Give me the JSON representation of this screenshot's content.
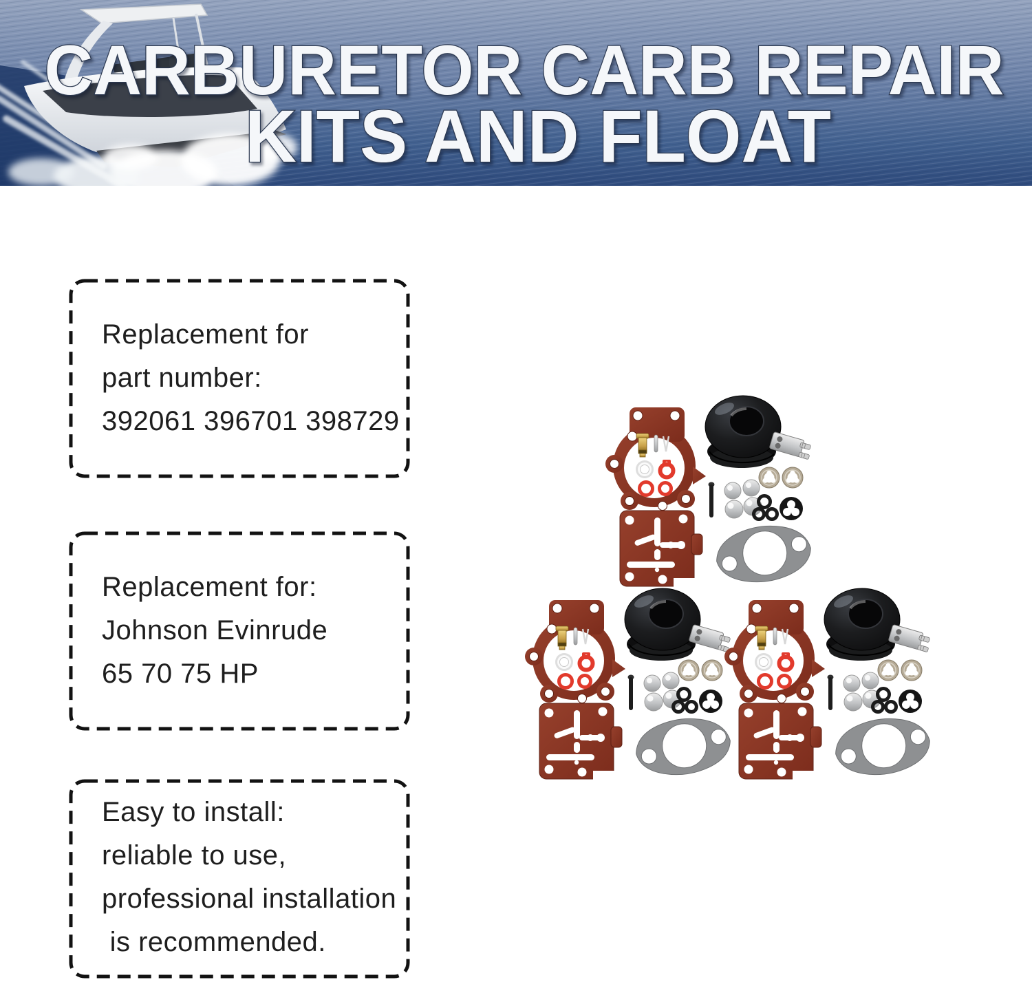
{
  "banner": {
    "title_line1": "CARBURETOR CARB REPAIR",
    "title_line2": "KITS AND FLOAT",
    "scene": "white motor yacht cruising on blue ocean with bow spray"
  },
  "info_boxes": [
    {
      "lines": [
        "Replacement for",
        "part number:",
        "392061 396701 398729"
      ]
    },
    {
      "lines": [
        "Replacement for:",
        "Johnson Evinrude",
        "65 70 75 HP"
      ]
    },
    {
      "lines": [
        "Easy to install:",
        "reliable to use,",
        "professional installation",
        " is recommended."
      ]
    }
  ],
  "product_photo": {
    "kits_count": 3,
    "arrangement": "one kit top center, two kits bottom row",
    "kit_parts": [
      "rust-brown carburetor body gasket with brass needle seat, pin, spring clip, white washer, red pull-ring seal and two red o-rings",
      "black rubber float grommet with stainless clamp and two screws",
      "two nickel star washers",
      "black pin and four aluminum dome clips",
      "three black o-rings",
      "black triple-lobe grommet",
      "rust-brown fuel pump diaphragm",
      "gray carburetor flange gasket"
    ]
  },
  "palette": {
    "ocean_top": "#94a3be",
    "ocean_mid": "#6e83a9",
    "ocean_bottom": "#2e4a7c",
    "title_fill": "#f5f7fa",
    "title_outline": "#2b3850",
    "box_border": "#121212",
    "box_text": "#1e1e1e",
    "gasket_brown": "#8a3423",
    "float_black": "#161616",
    "flange_gray": "#8e9092",
    "oring_red": "#e23a2c",
    "brass": "#c9a24a",
    "metal_silver": "#c6c8ca",
    "washer_nickel": "#b5aa96",
    "background": "#ffffff"
  }
}
